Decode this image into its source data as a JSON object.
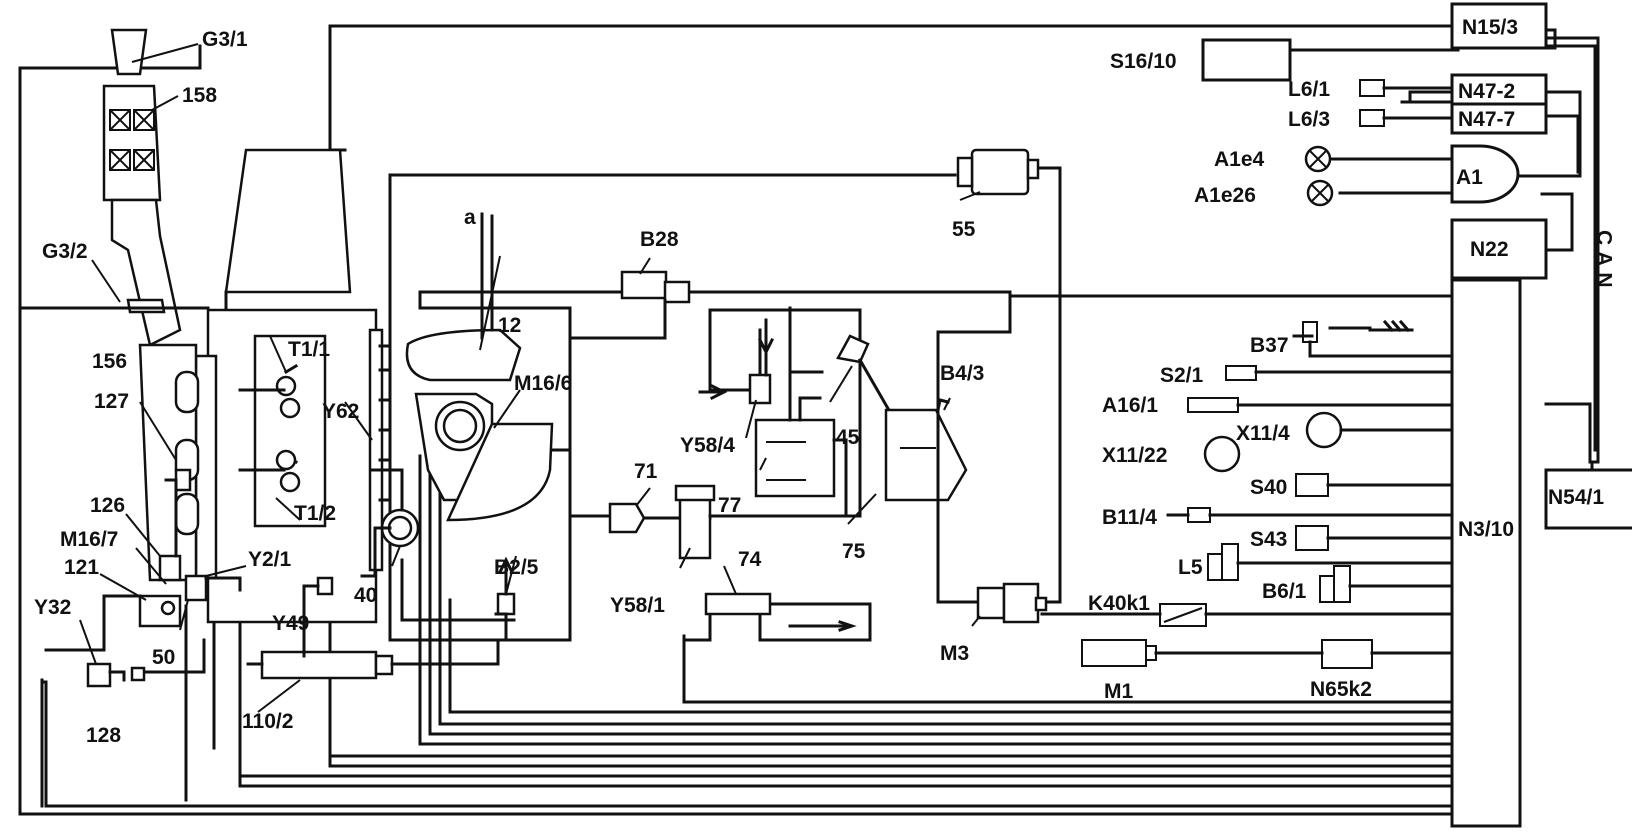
{
  "diagram": {
    "labels": {
      "G3_1": "G3/1",
      "c158": "158",
      "G3_2": "G3/2",
      "c156": "156",
      "c127": "127",
      "c126": "126",
      "M16_7": "M16/7",
      "c121": "121",
      "Y32": "Y32",
      "c128": "128",
      "c50": "50",
      "Y2_1": "Y2/1",
      "Y49": "Y49",
      "c110_2": "110/2",
      "T1_1": "T1/1",
      "T1_2": "T1/2",
      "Y62": "Y62",
      "c40": "40",
      "a": "a",
      "c12": "12",
      "M16_6": "M16/6",
      "B2_5": "B2/5",
      "B28": "B28",
      "c71": "71",
      "Y58_1": "Y58/1",
      "c74": "74",
      "Y58_4": "Y58/4",
      "c77": "77",
      "c45": "45",
      "c75": "75",
      "B4_3": "B4/3",
      "M3": "M3",
      "c55": "55",
      "S16_10": "S16/10",
      "N15_3": "N15/3",
      "L6_1": "L6/1",
      "L6_3": "L6/3",
      "N47_2": "N47-2",
      "N47_7": "N47-7",
      "A1e4": "A1e4",
      "A1e26": "A1e26",
      "A1": "A1",
      "N22": "N22",
      "CAN": "CAN",
      "B37": "B37",
      "S2_1": "S2/1",
      "A16_1": "A16/1",
      "X11_4": "X11/4",
      "X11_22": "X11/22",
      "S40": "S40",
      "B11_4": "B11/4",
      "S43": "S43",
      "L5": "L5",
      "B6_1": "B6/1",
      "K40k1": "K40k1",
      "M1": "M1",
      "N65k2": "N65k2",
      "N3_10": "N3/10",
      "N54_1": "N54/1"
    }
  }
}
